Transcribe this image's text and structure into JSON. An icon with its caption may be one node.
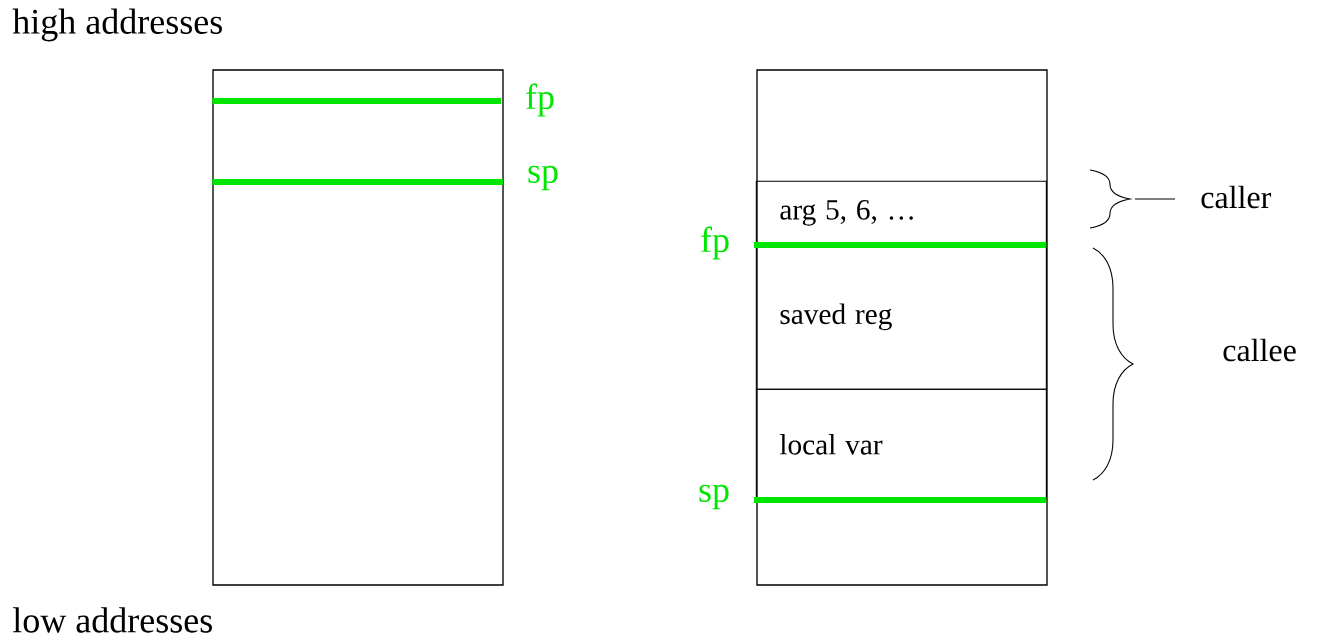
{
  "diagram": {
    "nodes": [
      {
        "text": [],
        "shape": "box"
      },
      {
        "text": [
          "fp"
        ]
      },
      {
        "text": [
          "sp"
        ]
      },
      {
        "text": [],
        "shape": "box"
      },
      {
        "text": [
          "arg 5, 6, …"
        ],
        "in": 3
      },
      {
        "text": [
          "fp"
        ]
      },
      {
        "text": [
          "saved reg"
        ],
        "in": 3
      },
      {
        "text": [
          "local var"
        ],
        "in": 3
      },
      {
        "text": [
          "sp"
        ]
      }
    ],
    "edges": [
      {
        "from": 1,
        "to": 0,
        "arrow": "none"
      },
      {
        "from": 2,
        "to": 0,
        "arrow": "none"
      },
      {
        "from": 5,
        "to": 4,
        "arrow": "none"
      },
      {
        "from": 8,
        "to": 7,
        "arrow": "none"
      }
    ],
    "labels": [
      "high addresses",
      "caller",
      "callee",
      "low addresses"
    ]
  }
}
